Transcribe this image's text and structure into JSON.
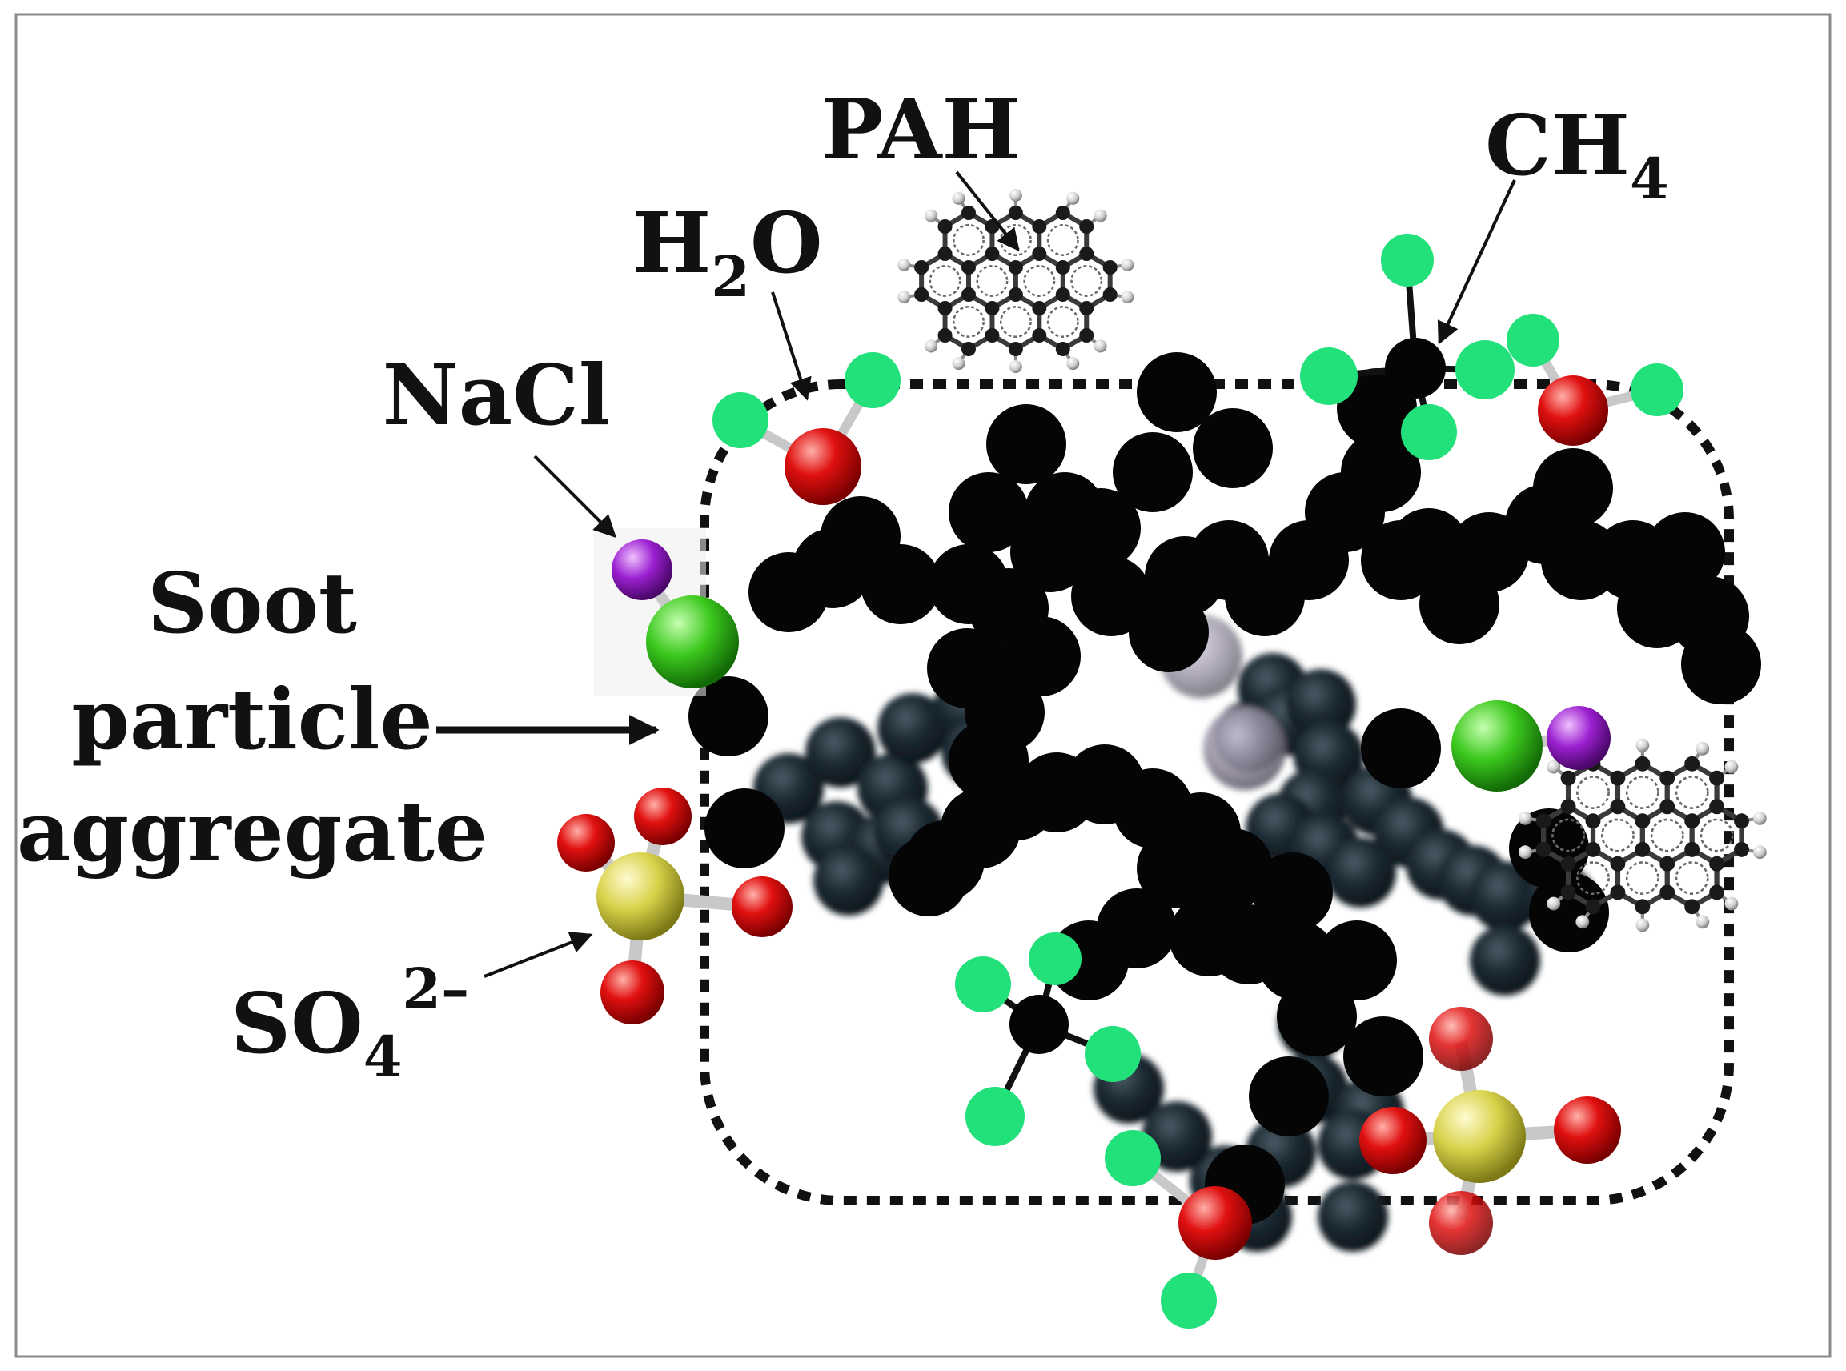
{
  "labels": {
    "pah": "PAH",
    "ch4_main": "CH",
    "ch4_sub": "4",
    "h2o_h": "H",
    "h2o_sub": "2",
    "h2o_o": "O",
    "nacl": "NaCl",
    "soot_line1": "Soot",
    "soot_line2": "particle",
    "soot_line3": "aggregate",
    "so4_main": "SO",
    "so4_sub": "4",
    "so4_sup": "2–"
  },
  "colors": {
    "soot": "#050505",
    "soot_blurred": "#1c2a33",
    "hydrogen": "#22e07a",
    "oxygen": "#e01010",
    "sulfur": "#d8d24a",
    "chlorine": "#3cc81e",
    "sodium": "#9a1fd0",
    "boundary": "#111111",
    "frame": "#8a8a8a"
  },
  "icons": {
    "pah": "pah-ring-icon",
    "water": "water-molecule-icon",
    "methane": "methane-molecule-icon",
    "salt": "nacl-molecule-icon",
    "sulfate": "sulfate-ion-icon"
  }
}
